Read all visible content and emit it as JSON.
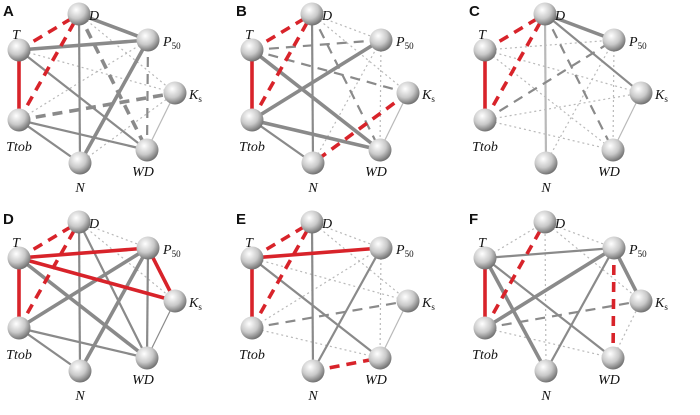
{
  "colors": {
    "strong": "#d8232a",
    "medium": "#8a8a8a",
    "weak": "#b9b9b9",
    "node_light": "#ffffff",
    "node_mid": "#c9c9c9",
    "node_dark": "#6f6f6f"
  },
  "nodes": [
    {
      "id": "D",
      "label": "D",
      "sub": ""
    },
    {
      "id": "P50",
      "label": "P",
      "sub": "50"
    },
    {
      "id": "Ks",
      "label": "K",
      "sub": "s"
    },
    {
      "id": "WD",
      "label": "WD",
      "sub": ""
    },
    {
      "id": "N",
      "label": "N",
      "sub": ""
    },
    {
      "id": "Ttob",
      "label": "Ttob",
      "sub": ""
    },
    {
      "id": "T",
      "label": "T",
      "sub": ""
    }
  ],
  "panels": [
    {
      "letter": "A",
      "edges": [
        {
          "a": "T",
          "b": "Ttob",
          "color": "strong",
          "width": "thick",
          "dash": "solid"
        },
        {
          "a": "T",
          "b": "D",
          "color": "strong",
          "width": "thick",
          "dash": "dashed"
        },
        {
          "a": "Ttob",
          "b": "D",
          "color": "strong",
          "width": "thick",
          "dash": "dashed"
        },
        {
          "a": "T",
          "b": "P50",
          "color": "medium",
          "width": "thick",
          "dash": "solid"
        },
        {
          "a": "D",
          "b": "P50",
          "color": "medium",
          "width": "thick",
          "dash": "solid"
        },
        {
          "a": "N",
          "b": "P50",
          "color": "medium",
          "width": "thick",
          "dash": "solid"
        },
        {
          "a": "D",
          "b": "WD",
          "color": "medium",
          "width": "thick",
          "dash": "dashed"
        },
        {
          "a": "Ttob",
          "b": "Ks",
          "color": "medium",
          "width": "thick",
          "dash": "dashed"
        },
        {
          "a": "P50",
          "b": "WD",
          "color": "medium",
          "width": "medium",
          "dash": "dashed"
        },
        {
          "a": "T",
          "b": "WD",
          "color": "medium",
          "width": "medium",
          "dash": "solid"
        },
        {
          "a": "N",
          "b": "D",
          "color": "medium",
          "width": "medium",
          "dash": "solid"
        },
        {
          "a": "Ttob",
          "b": "N",
          "color": "medium",
          "width": "medium",
          "dash": "solid"
        },
        {
          "a": "Ttob",
          "b": "WD",
          "color": "medium",
          "width": "medium",
          "dash": "solid"
        },
        {
          "a": "T",
          "b": "Ks",
          "color": "weak",
          "width": "thin",
          "dash": "dotted"
        },
        {
          "a": "D",
          "b": "Ks",
          "color": "weak",
          "width": "thin",
          "dash": "dotted"
        },
        {
          "a": "Ttob",
          "b": "P50",
          "color": "weak",
          "width": "thin",
          "dash": "dotted"
        },
        {
          "a": "N",
          "b": "Ks",
          "color": "weak",
          "width": "thin",
          "dash": "dotted"
        },
        {
          "a": "WD",
          "b": "Ks",
          "color": "weak",
          "width": "thin",
          "dash": "solid"
        },
        {
          "a": "D",
          "b": "P50",
          "color": "weak",
          "width": "thin",
          "dash": "dotted"
        }
      ]
    },
    {
      "letter": "B",
      "edges": [
        {
          "a": "T",
          "b": "Ttob",
          "color": "strong",
          "width": "thick",
          "dash": "solid"
        },
        {
          "a": "T",
          "b": "D",
          "color": "strong",
          "width": "thick",
          "dash": "dashed"
        },
        {
          "a": "Ttob",
          "b": "D",
          "color": "strong",
          "width": "thick",
          "dash": "dashed"
        },
        {
          "a": "Ks",
          "b": "N",
          "color": "strong",
          "width": "thick",
          "dash": "dashed"
        },
        {
          "a": "T",
          "b": "WD",
          "color": "medium",
          "width": "thick",
          "dash": "solid"
        },
        {
          "a": "Ttob",
          "b": "P50",
          "color": "medium",
          "width": "thick",
          "dash": "solid"
        },
        {
          "a": "Ttob",
          "b": "WD",
          "color": "medium",
          "width": "thick",
          "dash": "solid"
        },
        {
          "a": "T",
          "b": "P50",
          "color": "medium",
          "width": "medium",
          "dash": "dashed"
        },
        {
          "a": "D",
          "b": "WD",
          "color": "medium",
          "width": "medium",
          "dash": "dashed"
        },
        {
          "a": "T",
          "b": "Ks",
          "color": "medium",
          "width": "medium",
          "dash": "dashed"
        },
        {
          "a": "N",
          "b": "D",
          "color": "medium",
          "width": "medium",
          "dash": "solid"
        },
        {
          "a": "Ttob",
          "b": "N",
          "color": "medium",
          "width": "medium",
          "dash": "solid"
        },
        {
          "a": "D",
          "b": "P50",
          "color": "weak",
          "width": "thin",
          "dash": "dotted"
        },
        {
          "a": "P50",
          "b": "WD",
          "color": "weak",
          "width": "thin",
          "dash": "dotted"
        },
        {
          "a": "D",
          "b": "Ks",
          "color": "weak",
          "width": "thin",
          "dash": "dotted"
        },
        {
          "a": "WD",
          "b": "Ks",
          "color": "weak",
          "width": "thin",
          "dash": "solid"
        },
        {
          "a": "N",
          "b": "P50",
          "color": "weak",
          "width": "thin",
          "dash": "dotted"
        }
      ]
    },
    {
      "letter": "C",
      "edges": [
        {
          "a": "T",
          "b": "Ttob",
          "color": "strong",
          "width": "thick",
          "dash": "solid"
        },
        {
          "a": "T",
          "b": "D",
          "color": "strong",
          "width": "thick",
          "dash": "dashed"
        },
        {
          "a": "Ttob",
          "b": "D",
          "color": "strong",
          "width": "thick",
          "dash": "dashed"
        },
        {
          "a": "D",
          "b": "P50",
          "color": "medium",
          "width": "thick",
          "dash": "solid"
        },
        {
          "a": "D",
          "b": "Ks",
          "color": "medium",
          "width": "medium",
          "dash": "solid"
        },
        {
          "a": "D",
          "b": "WD",
          "color": "medium",
          "width": "medium",
          "dash": "dashed"
        },
        {
          "a": "Ttob",
          "b": "P50",
          "color": "medium",
          "width": "medium",
          "dash": "dashed"
        },
        {
          "a": "N",
          "b": "D",
          "color": "weak",
          "width": "medium",
          "dash": "solid"
        },
        {
          "a": "T",
          "b": "P50",
          "color": "weak",
          "width": "thin",
          "dash": "dotted"
        },
        {
          "a": "T",
          "b": "Ks",
          "color": "weak",
          "width": "thin",
          "dash": "dotted"
        },
        {
          "a": "P50",
          "b": "WD",
          "color": "weak",
          "width": "thin",
          "dash": "dotted"
        },
        {
          "a": "Ttob",
          "b": "Ks",
          "color": "weak",
          "width": "thin",
          "dash": "dotted"
        },
        {
          "a": "Ttob",
          "b": "WD",
          "color": "weak",
          "width": "thin",
          "dash": "dotted"
        },
        {
          "a": "N",
          "b": "P50",
          "color": "weak",
          "width": "thin",
          "dash": "dotted"
        },
        {
          "a": "WD",
          "b": "Ks",
          "color": "weak",
          "width": "thin",
          "dash": "solid"
        },
        {
          "a": "T",
          "b": "WD",
          "color": "weak",
          "width": "thin",
          "dash": "dotted"
        }
      ]
    },
    {
      "letter": "D",
      "edges": [
        {
          "a": "T",
          "b": "Ttob",
          "color": "strong",
          "width": "thick",
          "dash": "solid"
        },
        {
          "a": "T",
          "b": "P50",
          "color": "strong",
          "width": "thick",
          "dash": "solid"
        },
        {
          "a": "T",
          "b": "Ks",
          "color": "strong",
          "width": "thick",
          "dash": "solid"
        },
        {
          "a": "P50",
          "b": "Ks",
          "color": "strong",
          "width": "thick",
          "dash": "solid"
        },
        {
          "a": "T",
          "b": "D",
          "color": "strong",
          "width": "thick",
          "dash": "dashed"
        },
        {
          "a": "Ttob",
          "b": "D",
          "color": "strong",
          "width": "thick",
          "dash": "dashed"
        },
        {
          "a": "Ttob",
          "b": "P50",
          "color": "medium",
          "width": "thick",
          "dash": "solid"
        },
        {
          "a": "T",
          "b": "WD",
          "color": "medium",
          "width": "thick",
          "dash": "solid"
        },
        {
          "a": "N",
          "b": "P50",
          "color": "medium",
          "width": "thick",
          "dash": "solid"
        },
        {
          "a": "D",
          "b": "WD",
          "color": "medium",
          "width": "medium",
          "dash": "solid"
        },
        {
          "a": "Ttob",
          "b": "N",
          "color": "medium",
          "width": "medium",
          "dash": "solid"
        },
        {
          "a": "Ttob",
          "b": "WD",
          "color": "medium",
          "width": "medium",
          "dash": "solid"
        },
        {
          "a": "N",
          "b": "D",
          "color": "medium",
          "width": "medium",
          "dash": "solid"
        },
        {
          "a": "P50",
          "b": "WD",
          "color": "medium",
          "width": "medium",
          "dash": "solid"
        },
        {
          "a": "D",
          "b": "P50",
          "color": "weak",
          "width": "thin",
          "dash": "dotted"
        },
        {
          "a": "D",
          "b": "Ks",
          "color": "weak",
          "width": "thin",
          "dash": "dotted"
        },
        {
          "a": "WD",
          "b": "Ks",
          "color": "medium",
          "width": "thin",
          "dash": "solid"
        }
      ]
    },
    {
      "letter": "E",
      "edges": [
        {
          "a": "T",
          "b": "Ttob",
          "color": "strong",
          "width": "thick",
          "dash": "solid"
        },
        {
          "a": "T",
          "b": "P50",
          "color": "strong",
          "width": "thick",
          "dash": "solid"
        },
        {
          "a": "T",
          "b": "D",
          "color": "strong",
          "width": "thick",
          "dash": "dashed"
        },
        {
          "a": "Ttob",
          "b": "D",
          "color": "strong",
          "width": "thick",
          "dash": "dashed"
        },
        {
          "a": "N",
          "b": "WD",
          "color": "strong",
          "width": "thick",
          "dash": "dashed"
        },
        {
          "a": "T",
          "b": "WD",
          "color": "medium",
          "width": "medium",
          "dash": "solid"
        },
        {
          "a": "Ttob",
          "b": "Ks",
          "color": "medium",
          "width": "medium",
          "dash": "dashed"
        },
        {
          "a": "N",
          "b": "D",
          "color": "medium",
          "width": "medium",
          "dash": "solid"
        },
        {
          "a": "N",
          "b": "P50",
          "color": "medium",
          "width": "medium",
          "dash": "solid"
        },
        {
          "a": "D",
          "b": "Ks",
          "color": "weak",
          "width": "thin",
          "dash": "dotted"
        },
        {
          "a": "D",
          "b": "P50",
          "color": "weak",
          "width": "thin",
          "dash": "dotted"
        },
        {
          "a": "T",
          "b": "Ks",
          "color": "weak",
          "width": "thin",
          "dash": "dotted"
        },
        {
          "a": "P50",
          "b": "WD",
          "color": "weak",
          "width": "thin",
          "dash": "dotted"
        },
        {
          "a": "Ttob",
          "b": "P50",
          "color": "weak",
          "width": "thin",
          "dash": "dotted"
        },
        {
          "a": "Ttob",
          "b": "WD",
          "color": "weak",
          "width": "thin",
          "dash": "dotted"
        },
        {
          "a": "WD",
          "b": "Ks",
          "color": "weak",
          "width": "thin",
          "dash": "solid"
        }
      ]
    },
    {
      "letter": "F",
      "edges": [
        {
          "a": "T",
          "b": "Ttob",
          "color": "strong",
          "width": "thick",
          "dash": "solid"
        },
        {
          "a": "Ttob",
          "b": "D",
          "color": "strong",
          "width": "thick",
          "dash": "dashed"
        },
        {
          "a": "P50",
          "b": "WD",
          "color": "strong",
          "width": "thick",
          "dash": "dashed"
        },
        {
          "a": "T",
          "b": "P50",
          "color": "medium",
          "width": "medium",
          "dash": "solid"
        },
        {
          "a": "Ttob",
          "b": "P50",
          "color": "medium",
          "width": "thick",
          "dash": "solid"
        },
        {
          "a": "T",
          "b": "N",
          "color": "medium",
          "width": "thick",
          "dash": "solid"
        },
        {
          "a": "N",
          "b": "P50",
          "color": "medium",
          "width": "medium",
          "dash": "solid"
        },
        {
          "a": "P50",
          "b": "Ks",
          "color": "medium",
          "width": "thick",
          "dash": "solid"
        },
        {
          "a": "T",
          "b": "WD",
          "color": "medium",
          "width": "medium",
          "dash": "solid"
        },
        {
          "a": "Ttob",
          "b": "Ks",
          "color": "medium",
          "width": "medium",
          "dash": "dashed"
        },
        {
          "a": "T",
          "b": "D",
          "color": "weak",
          "width": "thin",
          "dash": "dotted"
        },
        {
          "a": "D",
          "b": "P50",
          "color": "weak",
          "width": "thin",
          "dash": "dotted"
        },
        {
          "a": "D",
          "b": "Ks",
          "color": "weak",
          "width": "thin",
          "dash": "dotted"
        },
        {
          "a": "Ttob",
          "b": "WD",
          "color": "weak",
          "width": "thin",
          "dash": "dotted"
        },
        {
          "a": "N",
          "b": "D",
          "color": "weak",
          "width": "thin",
          "dash": "dotted"
        },
        {
          "a": "WD",
          "b": "Ks",
          "color": "weak",
          "width": "thin",
          "dash": "dotted"
        }
      ]
    }
  ]
}
